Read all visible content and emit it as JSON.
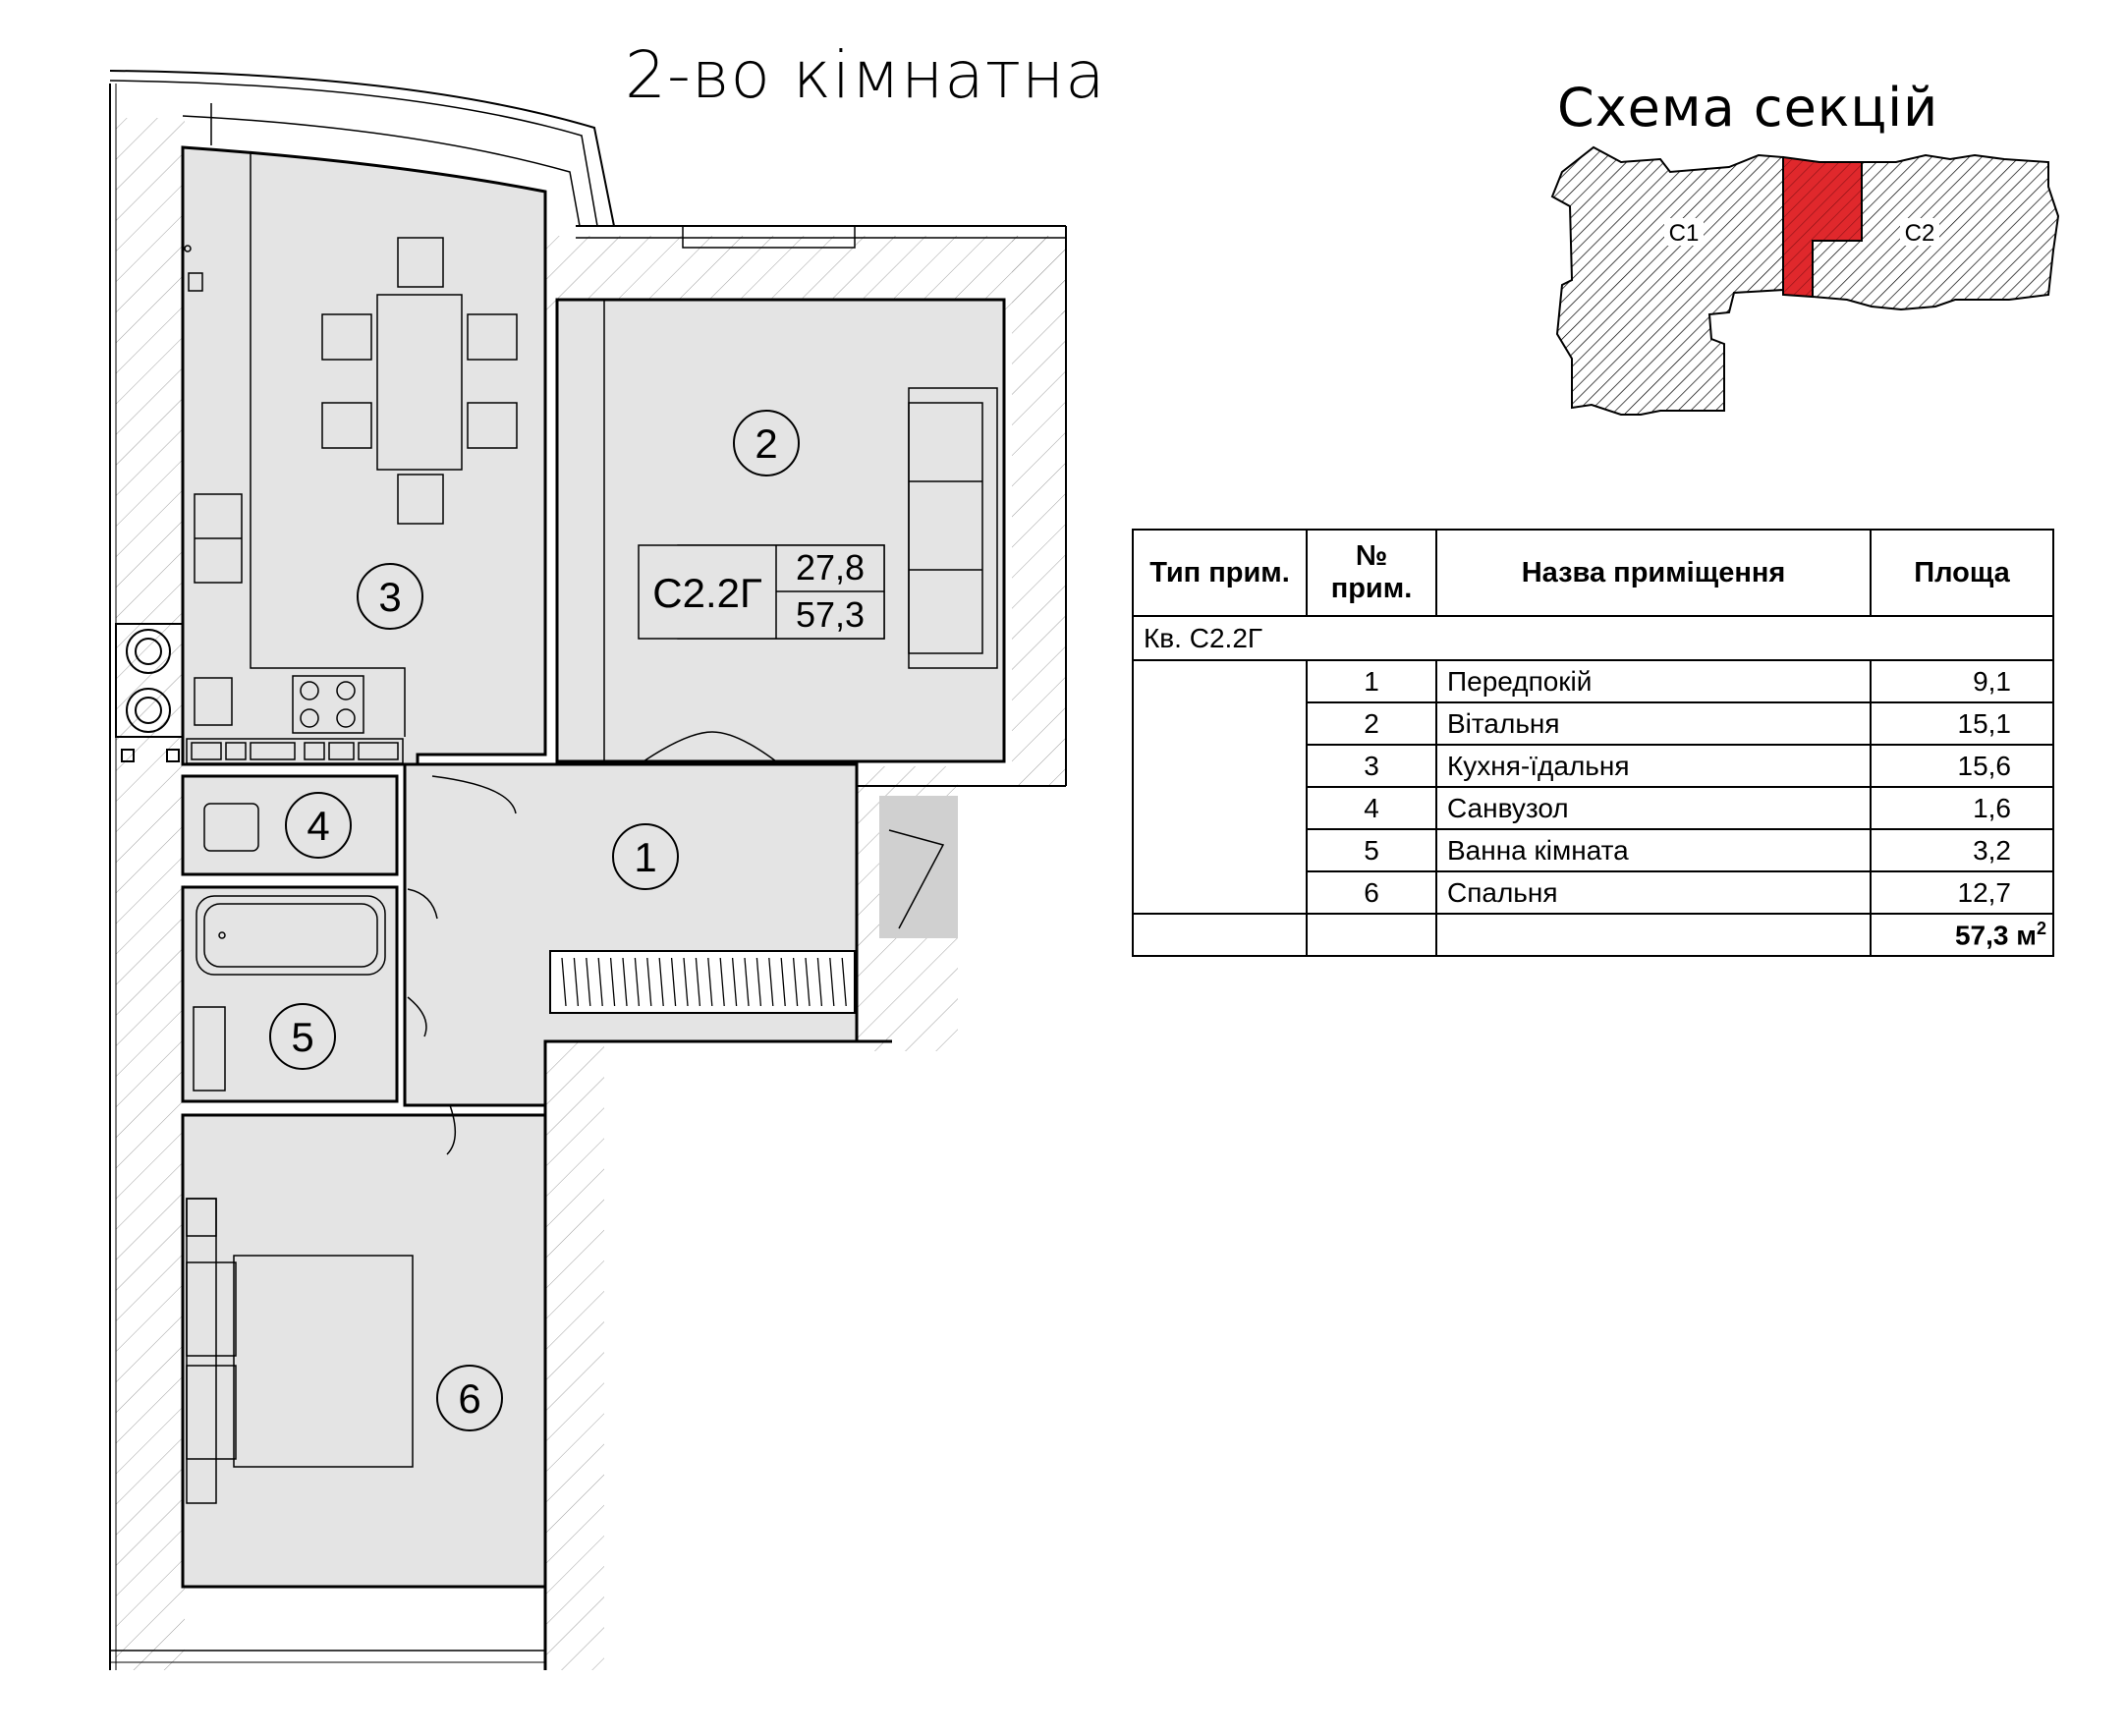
{
  "title": "2-во кімнатна",
  "scheme": {
    "title": "Схема секцій",
    "sections": [
      "С1",
      "С2"
    ]
  },
  "plan": {
    "room_numbers": [
      "1",
      "2",
      "3",
      "4",
      "5",
      "6"
    ],
    "apartment_label": "С2.2Г",
    "living_area": "27,8",
    "total_area": "57,3"
  },
  "table": {
    "headers": [
      "Тип прим.",
      "№ прим.",
      "Назва приміщення",
      "Площа"
    ],
    "apartment": "Кв. С2.2Г",
    "rows": [
      {
        "num": "1",
        "name": "Передпокій",
        "area": "9,1"
      },
      {
        "num": "2",
        "name": "Вітальня",
        "area": "15,1"
      },
      {
        "num": "3",
        "name": "Кухня-їдальня",
        "area": "15,6"
      },
      {
        "num": "4",
        "name": "Санвузол",
        "area": "1,6"
      },
      {
        "num": "5",
        "name": "Ванна кімната",
        "area": "3,2"
      },
      {
        "num": "6",
        "name": "Спальня",
        "area": "12,7"
      }
    ],
    "total": "57,3 м",
    "total_sup": "2"
  },
  "colors": {
    "room_fill": "#e4e4e4",
    "highlight": "#e0282c",
    "line": "#000000"
  }
}
